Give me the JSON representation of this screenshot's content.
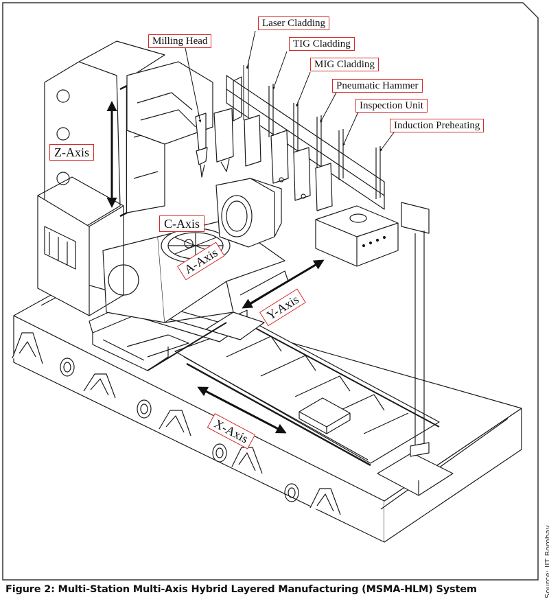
{
  "labels": {
    "laser_cladding": "Laser Cladding",
    "milling_head": "Milling Head",
    "tig_cladding": "TIG Cladding",
    "mig_cladding": "MIG Cladding",
    "pneumatic_hammer": "Pneumatic Hammer",
    "inspection_unit": "Inspection Unit",
    "induction_preheating": "Induction Preheating",
    "z_axis": "Z-Axis",
    "c_axis": "C-Axis",
    "a_axis": "A-Axis",
    "y_axis": "Y-Axis",
    "x_axis": "X-Axis"
  },
  "caption": "Figure 2: Multi-Station Multi-Axis Hybrid Layered Manufacturing (MSMA-HLM) System",
  "source": "Source: IIT Bombay",
  "colors": {
    "label_border": "#d42a2a",
    "line": "#1a1a1a",
    "background": "#ffffff"
  }
}
